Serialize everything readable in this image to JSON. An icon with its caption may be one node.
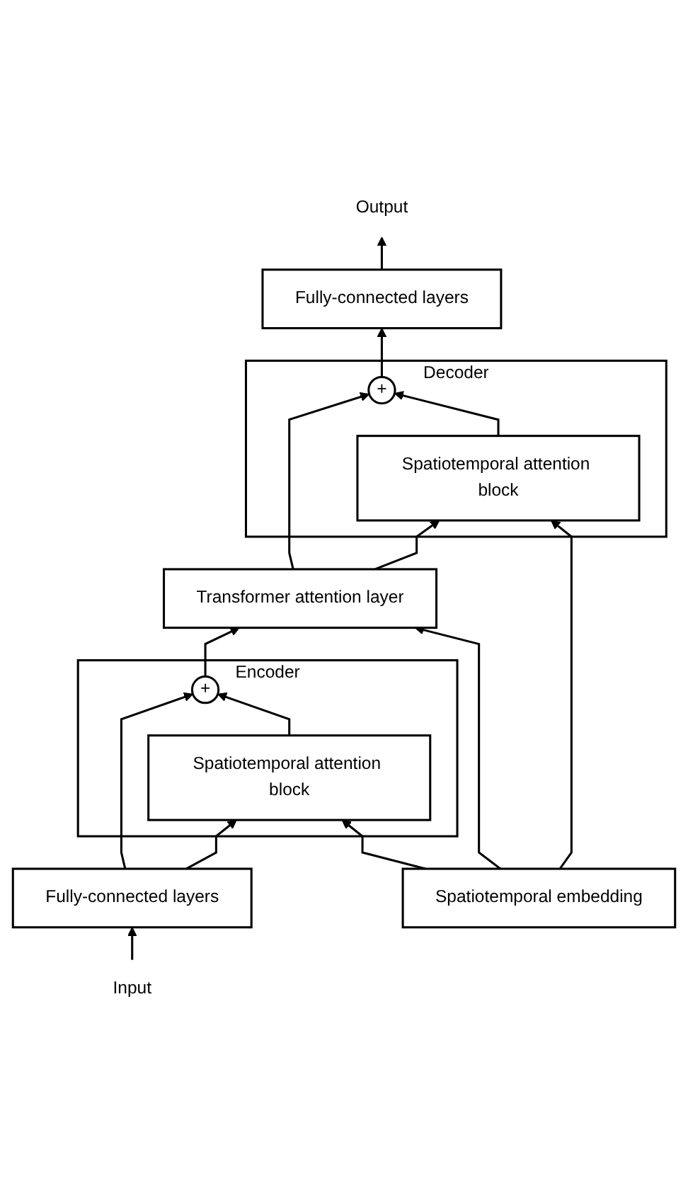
{
  "diagram": {
    "nodes": [
      {
        "text": [
          "Output"
        ]
      },
      {
        "text": [
          "Fully-connected layers"
        ]
      },
      {
        "text": [
          "Decoder"
        ]
      },
      {
        "text": [
          "+"
        ],
        "in": 2
      },
      {
        "text": [
          "Spatiotemporal attention block"
        ],
        "in": 2
      },
      {
        "text": [
          "Transformer attention layer"
        ]
      },
      {
        "text": [
          "Encoder"
        ]
      },
      {
        "text": [
          "+"
        ],
        "in": 6
      },
      {
        "text": [
          "Spatiotemporal attention block"
        ],
        "in": 6
      },
      {
        "text": [
          "Fully-connected layers"
        ]
      },
      {
        "text": [
          "Input"
        ]
      },
      {
        "text": [
          "Spatiotemporal embedding"
        ]
      }
    ],
    "edges": [
      {
        "from": 10,
        "to": 9,
        "arrow": "to"
      },
      {
        "from": 9,
        "to": 8,
        "arrow": "to"
      },
      {
        "from": 9,
        "to": 7,
        "arrow": "to"
      },
      {
        "from": 8,
        "to": 7,
        "arrow": "to"
      },
      {
        "from": 7,
        "to": 5,
        "arrow": "to"
      },
      {
        "from": 5,
        "to": 4,
        "arrow": "to"
      },
      {
        "from": 5,
        "to": 3,
        "arrow": "to"
      },
      {
        "from": 4,
        "to": 3,
        "arrow": "to"
      },
      {
        "from": 3,
        "to": 1,
        "arrow": "to"
      },
      {
        "from": 1,
        "to": 0,
        "arrow": "to"
      },
      {
        "from": 11,
        "to": 8,
        "arrow": "to"
      },
      {
        "from": 11,
        "to": 5,
        "arrow": "to"
      },
      {
        "from": 11,
        "to": 4,
        "arrow": "to"
      }
    ]
  }
}
